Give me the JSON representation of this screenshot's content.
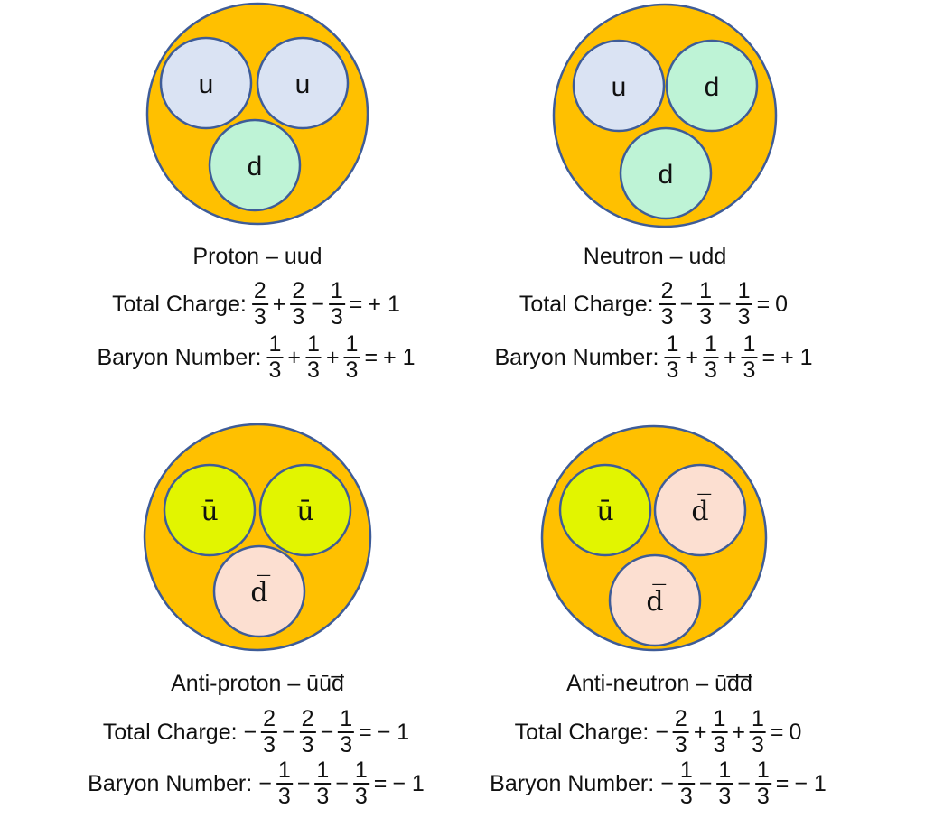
{
  "colors": {
    "hadron": "#FFC000",
    "outline": "#3E5C98",
    "u": "#DAE3F3",
    "d": "#BEF3D6",
    "anti_u": "#E2F500",
    "anti_d": "#FCDFD1"
  },
  "particles": [
    {
      "id": "proton",
      "title": "Proton – uud",
      "quarks": [
        {
          "label": "u",
          "type": "u"
        },
        {
          "label": "u",
          "type": "u"
        },
        {
          "label": "d",
          "type": "d"
        }
      ],
      "charge": {
        "label": "Total Charge:",
        "terms": [
          {
            "sign": "",
            "num": "2",
            "den": "3"
          },
          {
            "sign": "+",
            "num": "2",
            "den": "3"
          },
          {
            "sign": "−",
            "num": "1",
            "den": "3"
          }
        ],
        "result": "+ 1"
      },
      "baryon": {
        "label": "Baryon Number:",
        "terms": [
          {
            "sign": "",
            "num": "1",
            "den": "3"
          },
          {
            "sign": "+",
            "num": "1",
            "den": "3"
          },
          {
            "sign": "+",
            "num": "1",
            "den": "3"
          }
        ],
        "result": "+ 1"
      }
    },
    {
      "id": "neutron",
      "title": "Neutron – udd",
      "quarks": [
        {
          "label": "u",
          "type": "u"
        },
        {
          "label": "d",
          "type": "d"
        },
        {
          "label": "d",
          "type": "d"
        }
      ],
      "charge": {
        "label": "Total Charge:",
        "terms": [
          {
            "sign": "",
            "num": "2",
            "den": "3"
          },
          {
            "sign": "−",
            "num": "1",
            "den": "3"
          },
          {
            "sign": "−",
            "num": "1",
            "den": "3"
          }
        ],
        "result": "0"
      },
      "baryon": {
        "label": "Baryon Number:",
        "terms": [
          {
            "sign": "",
            "num": "1",
            "den": "3"
          },
          {
            "sign": "+",
            "num": "1",
            "den": "3"
          },
          {
            "sign": "+",
            "num": "1",
            "den": "3"
          }
        ],
        "result": "+ 1"
      }
    },
    {
      "id": "anti-proton",
      "title": "Anti-proton – ūūd̅",
      "quarks": [
        {
          "label": "ū",
          "type": "anti_u"
        },
        {
          "label": "ū",
          "type": "anti_u"
        },
        {
          "label": "d̅",
          "type": "anti_d"
        }
      ],
      "charge": {
        "label": "Total Charge:",
        "terms": [
          {
            "sign": "−",
            "num": "2",
            "den": "3"
          },
          {
            "sign": "−",
            "num": "2",
            "den": "3"
          },
          {
            "sign": "−",
            "num": "1",
            "den": "3"
          }
        ],
        "result": "− 1"
      },
      "baryon": {
        "label": "Baryon Number:",
        "terms": [
          {
            "sign": "−",
            "num": "1",
            "den": "3"
          },
          {
            "sign": "−",
            "num": "1",
            "den": "3"
          },
          {
            "sign": "−",
            "num": "1",
            "den": "3"
          }
        ],
        "result": "− 1"
      }
    },
    {
      "id": "anti-neutron",
      "title": "Anti-neutron – ūd̅d̅",
      "quarks": [
        {
          "label": "ū",
          "type": "anti_u"
        },
        {
          "label": "d̅",
          "type": "anti_d"
        },
        {
          "label": "d̅",
          "type": "anti_d"
        }
      ],
      "charge": {
        "label": "Total Charge:",
        "terms": [
          {
            "sign": "−",
            "num": "2",
            "den": "3"
          },
          {
            "sign": "+",
            "num": "1",
            "den": "3"
          },
          {
            "sign": "+",
            "num": "1",
            "den": "3"
          }
        ],
        "result": "0"
      },
      "baryon": {
        "label": "Baryon Number:",
        "terms": [
          {
            "sign": "−",
            "num": "1",
            "den": "3"
          },
          {
            "sign": "−",
            "num": "1",
            "den": "3"
          },
          {
            "sign": "−",
            "num": "1",
            "den": "3"
          }
        ],
        "result": "− 1"
      }
    }
  ]
}
